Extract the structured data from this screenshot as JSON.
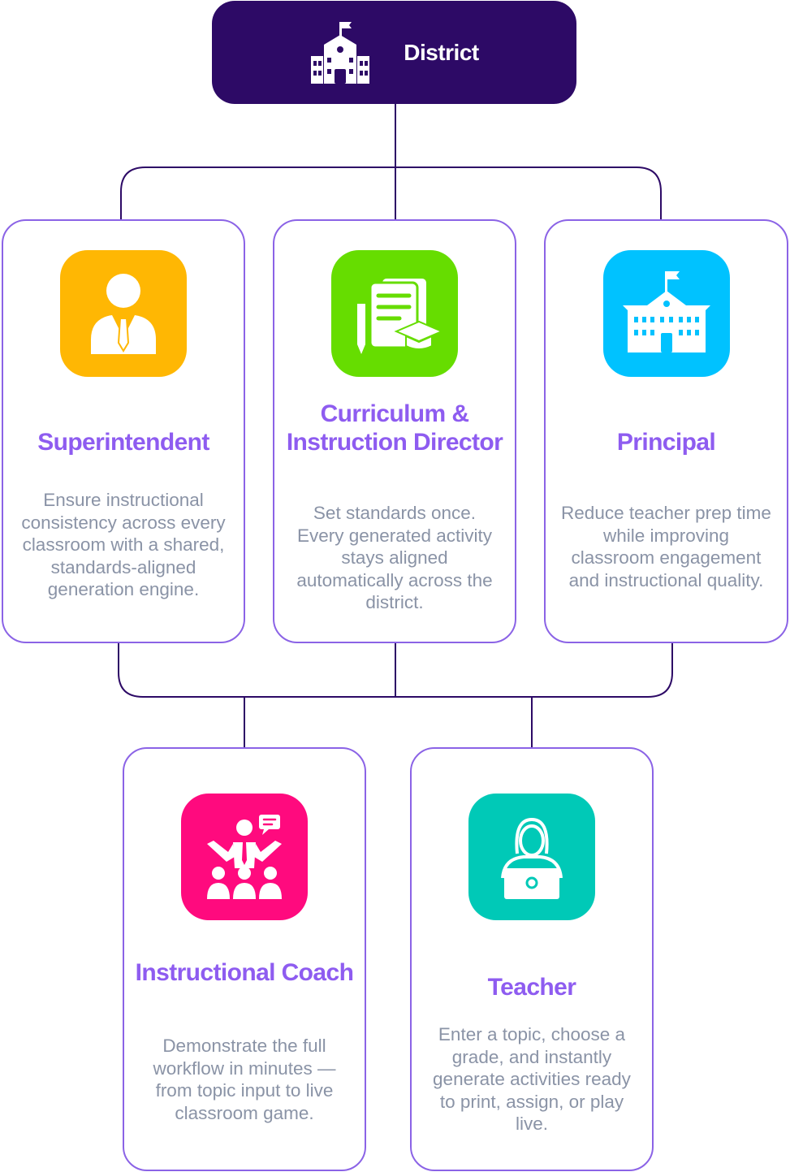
{
  "root": {
    "label": "District",
    "icon": "school-building-icon",
    "color": "#2d0a66"
  },
  "accent_color": "#8e5cf0",
  "connector_color": "#2d0a66",
  "roles": [
    {
      "title": "Superintendent",
      "description": "Ensure instructional consistency across every classroom with a shared, standards-aligned generation engine.",
      "icon": "administrator-icon",
      "icon_color": "#ffb703"
    },
    {
      "title": "Curriculum & Instruction Director",
      "description": "Set standards once. Every generated activity stays aligned automatically across the district.",
      "icon": "curriculum-documents-icon",
      "icon_color": "#66dd00"
    },
    {
      "title": "Principal",
      "description": "Reduce teacher prep time while improving classroom engagement and instructional quality.",
      "icon": "school-building-icon",
      "icon_color": "#00c2ff"
    },
    {
      "title": "Instructional Coach",
      "description": "Demonstrate the full workflow in minutes — from topic input to live classroom game.",
      "icon": "presenter-with-audience-icon",
      "icon_color": "#ff0a7e"
    },
    {
      "title": "Teacher",
      "description": "Enter a topic, choose a grade, and instantly generate activities ready to print, assign, or play live.",
      "icon": "teacher-with-laptop-icon",
      "icon_color": "#00c9b7"
    }
  ]
}
